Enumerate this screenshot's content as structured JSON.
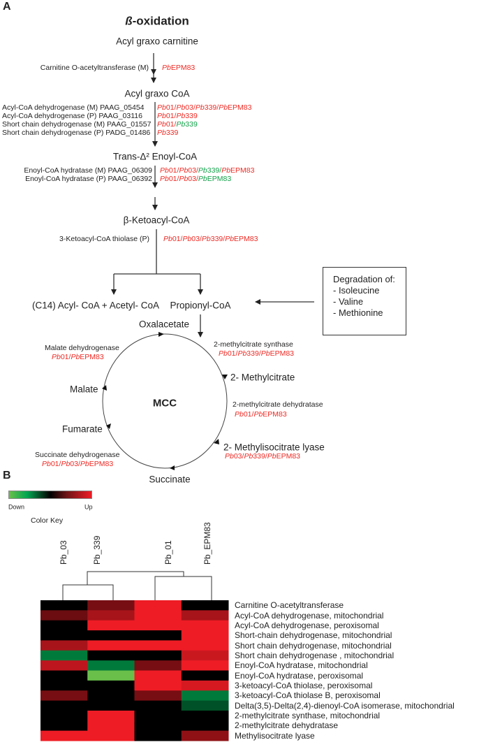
{
  "panel_a": {
    "label": "A",
    "title_symbol": "ß",
    "title_rest": "-oxidation",
    "metabolites": {
      "acyl_carnitine": "Acyl graxo carnitine",
      "acyl_coa": "Acyl graxo CoA",
      "enoyl_coa": "Trans-Δ² Enoyl-CoA",
      "ketoacyl_coa": "β-Ketoacyl-CoA",
      "c14": "(C14) Acyl- CoA + Acetyl- CoA",
      "propionyl": "Propionyl-CoA"
    },
    "enzymes": {
      "carnitine": {
        "name": "Carnitine O-acetyltransferase (M)",
        "strains": [
          {
            "prefix": "Pb",
            "id": "EPM83",
            "status": "up"
          }
        ]
      },
      "acyl_dh_m": {
        "name": "Acyl-CoA dehydrogenase (M) PAAG_05454",
        "strains": [
          {
            "prefix": "Pb",
            "id": "01",
            "status": "up"
          },
          {
            "prefix": "Pb",
            "id": "03",
            "status": "up"
          },
          {
            "prefix": "Pb",
            "id": "339",
            "status": "up"
          },
          {
            "prefix": "Pb",
            "id": "EPM83",
            "status": "up"
          }
        ]
      },
      "acyl_dh_p": {
        "name": "Acyl-CoA dehydrogenase (P) PAAG_03116",
        "strains": [
          {
            "prefix": "Pb",
            "id": "01",
            "status": "up"
          },
          {
            "prefix": "Pb",
            "id": "339",
            "status": "up"
          }
        ]
      },
      "scdh_m": {
        "name": "Short chain dehydrogenase (M) PAAG_01557",
        "strains": [
          {
            "prefix": "Pb",
            "id": "01",
            "status": "up"
          },
          {
            "prefix": "Pb",
            "id": "339",
            "status": "down"
          }
        ]
      },
      "scdh_p": {
        "name": "Short chain dehydrogenase (P) PADG_01486",
        "strains": [
          {
            "prefix": "Pb",
            "id": "339",
            "status": "up"
          }
        ]
      },
      "enoyl_m": {
        "name": "Enoyl-CoA hydratase (M) PAAG_06309",
        "strains": [
          {
            "prefix": "Pb",
            "id": "01",
            "status": "up"
          },
          {
            "prefix": "Pb",
            "id": "03",
            "status": "up"
          },
          {
            "prefix": "Pb",
            "id": "339",
            "status": "down"
          },
          {
            "prefix": "Pb",
            "id": "EPM83",
            "status": "up"
          }
        ]
      },
      "enoyl_p": {
        "name": "Enoyl-CoA hydratase (P) PAAG_06392",
        "strains": [
          {
            "prefix": "Pb",
            "id": "01",
            "status": "up"
          },
          {
            "prefix": "Pb",
            "id": "03",
            "status": "up"
          },
          {
            "prefix": "Pb",
            "id": "EPM83",
            "status": "down"
          }
        ]
      },
      "thiolase": {
        "name": "3-Ketoacyl-CoA thiolase (P)",
        "strains": [
          {
            "prefix": "Pb",
            "id": "01",
            "status": "up"
          },
          {
            "prefix": "Pb",
            "id": "03",
            "status": "up"
          },
          {
            "prefix": "Pb",
            "id": "339",
            "status": "up"
          },
          {
            "prefix": "Pb",
            "id": "EPM83",
            "status": "up"
          }
        ]
      }
    },
    "degradation_box": {
      "title": "Degradation of:",
      "items": [
        "- Isoleucine",
        "- Valine",
        "- Methionine"
      ]
    },
    "mcc": {
      "center_label": "MCC",
      "oxalacetate": "Oxalacetate",
      "methylcitrate": "2- Methylcitrate",
      "malate": "Malate",
      "fumarate": "Fumarate",
      "succinate": "Succinate",
      "mc_synthase": {
        "name": "2-methylcitrate synthase",
        "strains": [
          {
            "prefix": "Pb",
            "id": "01",
            "status": "up"
          },
          {
            "prefix": "Pb",
            "id": "339",
            "status": "up"
          },
          {
            "prefix": "Pb",
            "id": "EPM83",
            "status": "up"
          }
        ]
      },
      "mc_dehydratase": {
        "name": "2-methylcitrate dehydratase",
        "strains": [
          {
            "prefix": "Pb",
            "id": "01",
            "status": "up"
          },
          {
            "prefix": "Pb",
            "id": "EPM83",
            "status": "up"
          }
        ]
      },
      "mic_lyase": {
        "name": "2- Methylisocitrate lyase",
        "strains": [
          {
            "prefix": "Pb",
            "id": "03",
            "status": "up"
          },
          {
            "prefix": "Pb",
            "id": "339",
            "status": "up"
          },
          {
            "prefix": "Pb",
            "id": "EPM83",
            "status": "up"
          }
        ]
      },
      "succ_dh": {
        "name": "Succinate dehydrogenase",
        "strains": [
          {
            "prefix": "Pb",
            "id": "01",
            "status": "up"
          },
          {
            "prefix": "Pb",
            "id": "03",
            "status": "up"
          },
          {
            "prefix": "Pb",
            "id": "EPM83",
            "status": "up"
          }
        ]
      },
      "malate_dh": {
        "name": "Malate dehydrogenase",
        "strains": [
          {
            "prefix": "Pb",
            "id": "01",
            "status": "up"
          },
          {
            "prefix": "Pb",
            "id": "EPM83",
            "status": "up"
          }
        ]
      }
    }
  },
  "panel_b": {
    "label": "B",
    "color_key": {
      "low": "Down",
      "high": "Up",
      "title": "Color Key"
    }
  },
  "colors": {
    "up": "#ee2a24",
    "down": "#13a04a"
  },
  "chart_data": {
    "type": "heatmap",
    "columns": [
      "Pb_03",
      "Pb_339",
      "Pb_01",
      "Pb_EPM83"
    ],
    "rows": [
      "Carnitine O-acetyltransferase",
      "Acyl-CoA dehydrogenase, mitochondrial",
      "Acyl-CoA dehydrogenase, peroxisomal",
      "Short-chain dehydrogenase, mitochondrial",
      "Short chain dehydrogenase, mitochondrial",
      "Short chain dehydrogenase , mitochondrial",
      "Enoyl-CoA hydratase, mitochondrial",
      "Enoyl-CoA hydratase, peroxisomal",
      "3-ketoacyl-CoA thiolase, peroxisomal",
      "3-ketoacyl-CoA thiolase B,  peroxisomal",
      "Delta(3,5)-Delta(2,4)-dienoyl-CoA isomerase, mitochondrial",
      "2-methylcitrate synthase, mitochondrial",
      "2-methylcitrate dehydratase",
      "Methylisocitrate lyase"
    ],
    "values": [
      [
        0,
        0.5,
        1,
        0
      ],
      [
        0.45,
        0.7,
        1,
        0.7
      ],
      [
        0,
        1,
        1,
        1
      ],
      [
        0,
        0,
        0,
        1
      ],
      [
        0.7,
        1,
        1,
        1
      ],
      [
        -0.6,
        0,
        0,
        0.85
      ],
      [
        0.8,
        -0.6,
        0.5,
        1
      ],
      [
        0,
        -1,
        1,
        0
      ],
      [
        0,
        0,
        1,
        0.9
      ],
      [
        0.5,
        0,
        0.5,
        -0.6
      ],
      [
        0,
        0,
        0,
        -0.4
      ],
      [
        0,
        1,
        0,
        0
      ],
      [
        0,
        1,
        0,
        0
      ],
      [
        1,
        1,
        0,
        0.6
      ]
    ],
    "value_range": [
      -1,
      1
    ],
    "dendrogram": "((Pb_03,Pb_339),(Pb_01,Pb_EPM83))"
  }
}
